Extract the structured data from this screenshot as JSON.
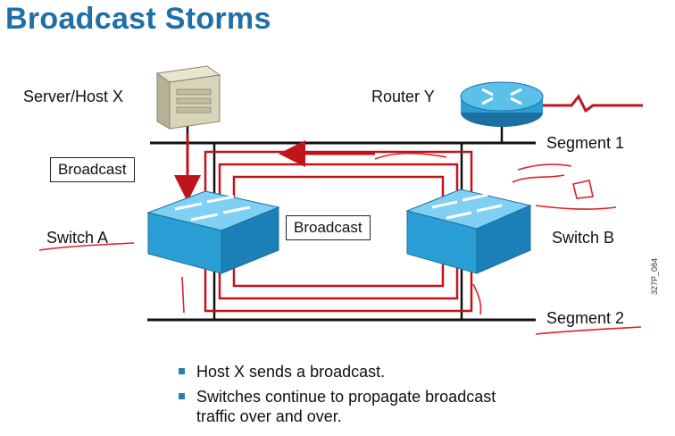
{
  "title": "Broadcast Storms",
  "labels": {
    "server_host": "Server/Host X",
    "router": "Router Y",
    "segment1": "Segment 1",
    "segment2": "Segment 2",
    "switch_a": "Switch A",
    "switch_b": "Switch B",
    "broadcast_left": "Broadcast",
    "broadcast_center": "Broadcast",
    "figure_code": "327P_084"
  },
  "bullets": [
    "Host X sends a broadcast.",
    "Switches continue to propagate broadcast traffic over and over."
  ],
  "colors": {
    "title": "#1f6fa8",
    "loop": "#c0141c",
    "switch": "#2a9fd6",
    "bullet": "#2d7bb6",
    "ink": "#e0202a"
  },
  "icons": [
    "server-icon",
    "router-icon",
    "switch-icon"
  ]
}
